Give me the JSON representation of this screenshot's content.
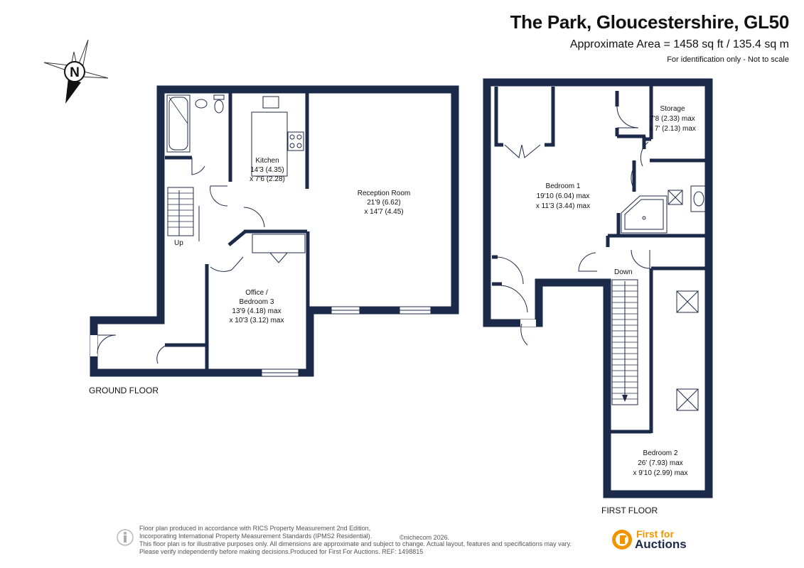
{
  "header": {
    "title": "The Park, Gloucestershire, GL50",
    "area": "Approximate Area = 1458 sq ft / 135.4 sq m",
    "note": "For identification only - Not to scale"
  },
  "compass": {
    "letter": "N"
  },
  "ground_floor": {
    "label": "GROUND FLOOR",
    "kitchen": {
      "name": "Kitchen",
      "dim1": "14'3 (4.35)",
      "dim2": "x 7'6 (2.28)"
    },
    "reception": {
      "name": "Reception Room",
      "dim1": "21'9 (6.62)",
      "dim2": "x 14'7 (4.45)"
    },
    "office": {
      "name1": "Office /",
      "name2": "Bedroom 3",
      "dim1": "13'9 (4.18) max",
      "dim2": "x 10'3 (3.12) max"
    },
    "stairs": "Up"
  },
  "first_floor": {
    "label": "FIRST FLOOR",
    "storage": {
      "name": "Storage",
      "dim1": "7'8 (2.33) max",
      "dim2": "x 7' (2.13) max"
    },
    "bedroom1": {
      "name": "Bedroom 1",
      "dim1": "19'10 (6.04) max",
      "dim2": "x 11'3 (3.44) max"
    },
    "bedroom2": {
      "name": "Bedroom 2",
      "dim1": "26' (7.93) max",
      "dim2": "x 9'10 (2.99) max"
    },
    "stairs": "Down"
  },
  "footer": {
    "line1": "Floor plan produced in accordance with RICS Property Measurement 2nd Edition,",
    "line2": "Incorporating International Property Measurement Standards (IPMS2 Residential).",
    "copyright": "©nichecom 2026.",
    "line3": "This floor plan is for illustrative purposes only. All dimensions are approximate and subject to change. Actual layout, features and specifications may vary.",
    "line4": "Please verify independently before making decisions.Produced for First For Auctions.   REF:  1498815"
  },
  "logo": {
    "top": "First for",
    "bottom": "Auctions"
  },
  "colors": {
    "wall": "#1c2a4a",
    "accent": "#f29400"
  }
}
